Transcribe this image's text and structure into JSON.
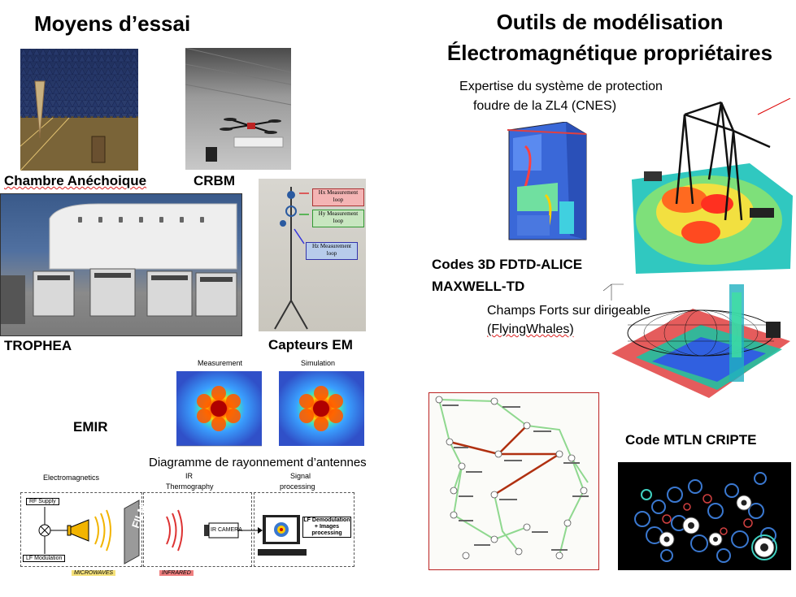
{
  "left": {
    "title": "Moyens d’essai",
    "captions": {
      "anechoic": "Chambre Anéchoique",
      "crbm": "CRBM",
      "trophea": "TROPHEA",
      "capteurs": "Capteurs EM",
      "emir": "EMIR",
      "diagramme": "Diagramme de rayonnement d’antennes"
    },
    "sensor_labels": [
      "Hx Measurement loop",
      "Hy Measurement loop",
      "Hz Measurement loop"
    ],
    "pattern_labels": {
      "measurement": "Measurement",
      "simulation": "Simulation"
    },
    "emir_diagram": {
      "electromagnetics": "Electromagnetics",
      "ir_thermography_1": "IR",
      "ir_thermography_2": "Thermography",
      "signal_1": "Signal",
      "signal_2": "processing",
      "rf_supply": "RF Supply",
      "lf_modulation": "LF Modulation",
      "film": "FILM",
      "ir_camera": "IR CAMERA",
      "lf_demod": "LF Demodulation + Images processing",
      "microwaves": "MICROWAVES",
      "infrared": "INFRARED"
    }
  },
  "right": {
    "title_line1": "Outils de modélisation",
    "title_line2": "Électromagnétique propriétaires",
    "zl4_line1": "Expertise du système de protection",
    "zl4_line2": "foudre de la ZL4 (CNES)",
    "codes_line1": "Codes 3D FDTD-ALICE",
    "codes_line2": "MAXWELL-TD",
    "champs_line1": "Champs Forts sur dirigeable",
    "champs_line2": "(FlyingWhales)",
    "mtln": "Code MTLN CRIPTE"
  },
  "colors": {
    "accent_red": "#c0392b",
    "microwaves_tag": "#f6e27a",
    "infrared_tag": "#f08080"
  }
}
